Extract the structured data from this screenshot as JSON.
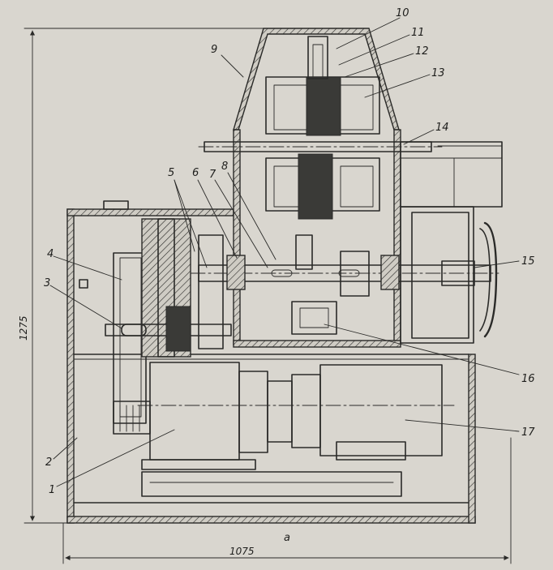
{
  "labels": {
    "n1": "1",
    "n2": "2",
    "n3": "3",
    "n4": "4",
    "n5": "5",
    "n6": "6",
    "n7": "7",
    "n8": "8",
    "n9": "9",
    "n10": "10",
    "n11": "11",
    "n12": "12",
    "n13": "13",
    "n14": "14",
    "n15": "15",
    "n16": "16",
    "n17": "17"
  },
  "dimensions": {
    "height": "1275",
    "width": "1075"
  },
  "caption": "a"
}
